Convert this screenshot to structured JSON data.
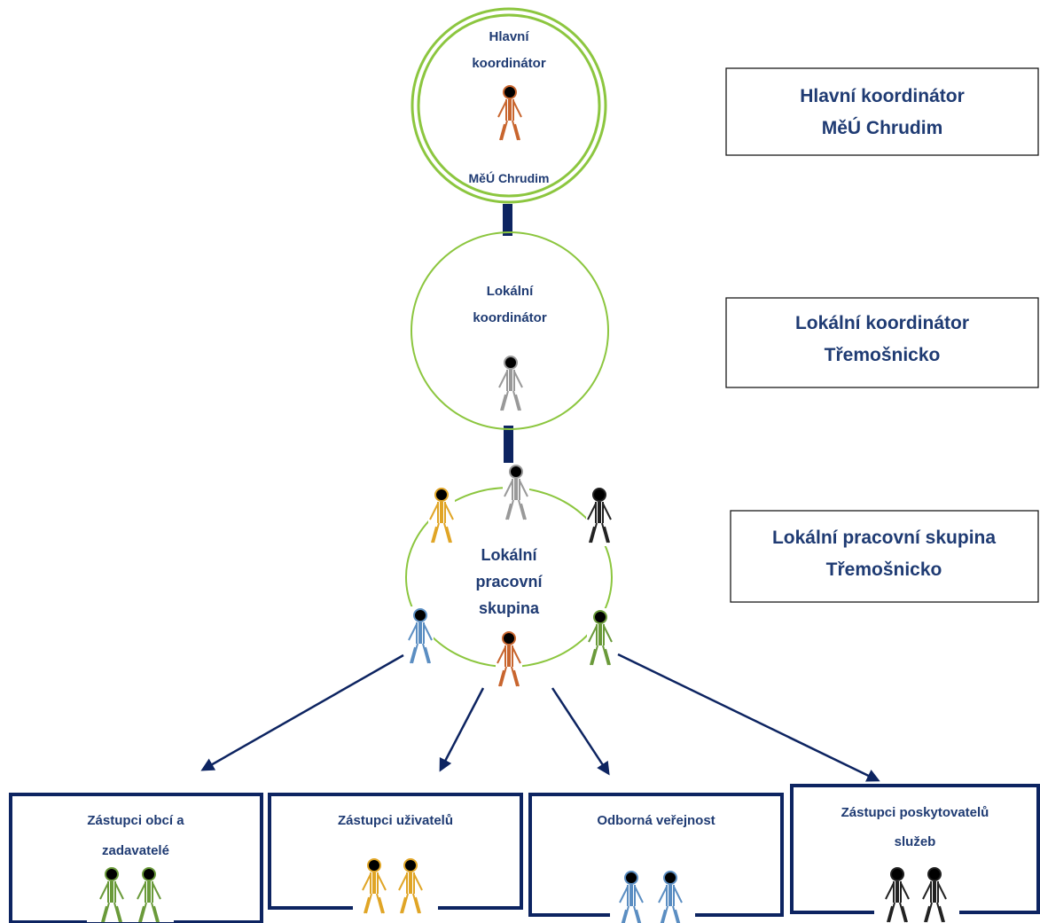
{
  "top_circle": {
    "line1": "Hlavní",
    "line2": "koordinátor",
    "bottom": "MěÚ Chrudim"
  },
  "mid_circle": {
    "line1": "Lokální",
    "line2": "koordinátor"
  },
  "group_circle": {
    "line1": "Lokální",
    "line2": "pracovní",
    "line3": "skupina"
  },
  "side_boxes": [
    {
      "line1": "Hlavní koordinátor",
      "line2": "MěÚ Chrudim"
    },
    {
      "line1": "Lokální koordinátor",
      "line2": "Třemošnicko"
    },
    {
      "line1": "Lokální pracovní skupina",
      "line2": "Třemošnicko"
    }
  ],
  "bottom_boxes": [
    {
      "line1": "Zástupci obcí a",
      "line2": "zadavatelé"
    },
    {
      "line1": "Zástupci uživatelů",
      "line2": ""
    },
    {
      "line1": "Odborná veřejnost",
      "line2": ""
    },
    {
      "line1": "Zástupci poskytovatelů",
      "line2": "služeb"
    }
  ],
  "colors": {
    "circle_green": "#8cc63f",
    "arrow_navy": "#0d2461",
    "label_navy": "#1f3b73",
    "person_orange": "#c8652e",
    "person_gray": "#999999",
    "person_yellow": "#e0a526",
    "person_black": "#222222",
    "person_blue": "#5b8ec2",
    "person_green": "#6a9a3a"
  },
  "icons": {
    "person": "stick-figure-icon",
    "arrow": "arrow-head-icon"
  }
}
